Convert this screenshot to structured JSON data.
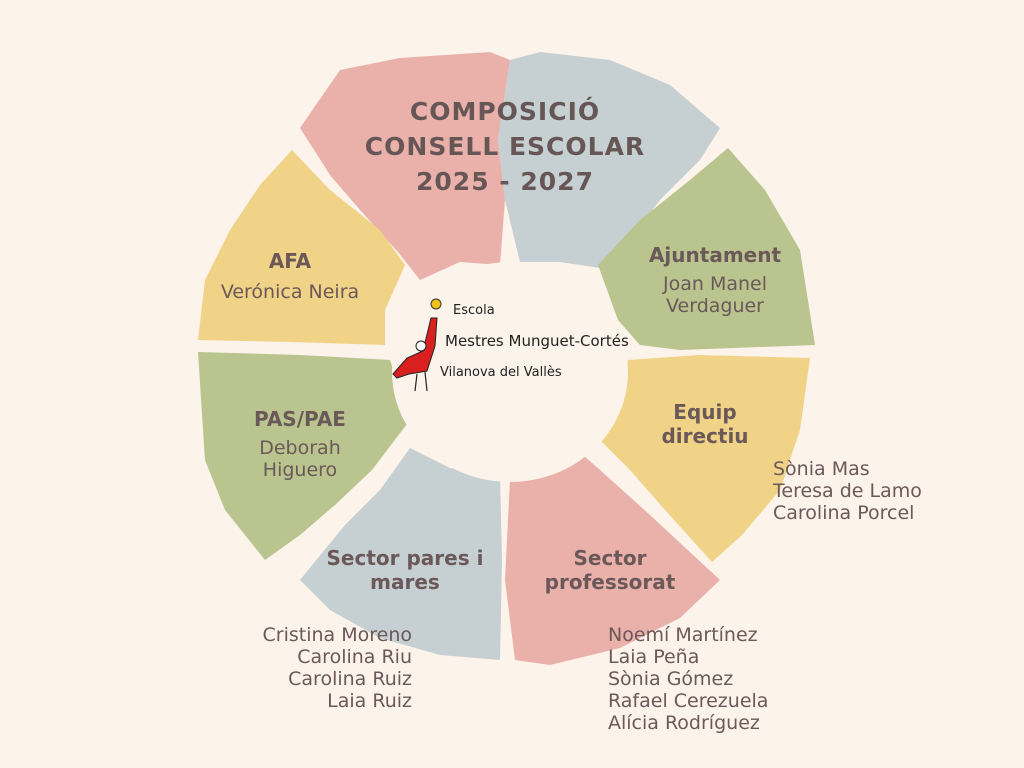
{
  "title": {
    "line1": "COMPOSICIÓ",
    "line2": "CONSELL ESCOLAR",
    "line3": "2025 - 2027"
  },
  "logo": {
    "line1": "Escola",
    "line2": "Mestres Munguet-Cortés",
    "line3": "Vilanova del Vallès"
  },
  "colors": {
    "background": "#fcf3ea",
    "pink": "#eab1ab",
    "blue": "#c6cfd2",
    "green": "#b9c48f",
    "yellow": "#f1d388",
    "text": "#6b5858"
  },
  "sectors": [
    {
      "heading": "Ajuntament",
      "members": [
        "Joan Manel",
        "Verdaguer"
      ]
    },
    {
      "heading_lines": [
        "Equip",
        "directiu"
      ],
      "members": [
        "Sònia Mas",
        "Teresa de Lamo",
        "Carolina Porcel"
      ]
    },
    {
      "heading_lines": [
        "Sector",
        "professorat"
      ],
      "members": [
        "Noemí Martínez",
        "Laia Peña",
        "Sònia Gómez",
        "Rafael Cerezuela",
        "Alícia Rodríguez"
      ]
    },
    {
      "heading_lines": [
        "Sector pares i",
        "mares"
      ],
      "members": [
        "Cristina Moreno",
        "Carolina Riu",
        "Carolina Ruiz",
        "Laia Ruiz"
      ]
    },
    {
      "heading": "PAS/PAE",
      "members": [
        "Deborah",
        "Higuero"
      ]
    },
    {
      "heading": "AFA",
      "members": [
        "Verónica Neira"
      ]
    }
  ]
}
